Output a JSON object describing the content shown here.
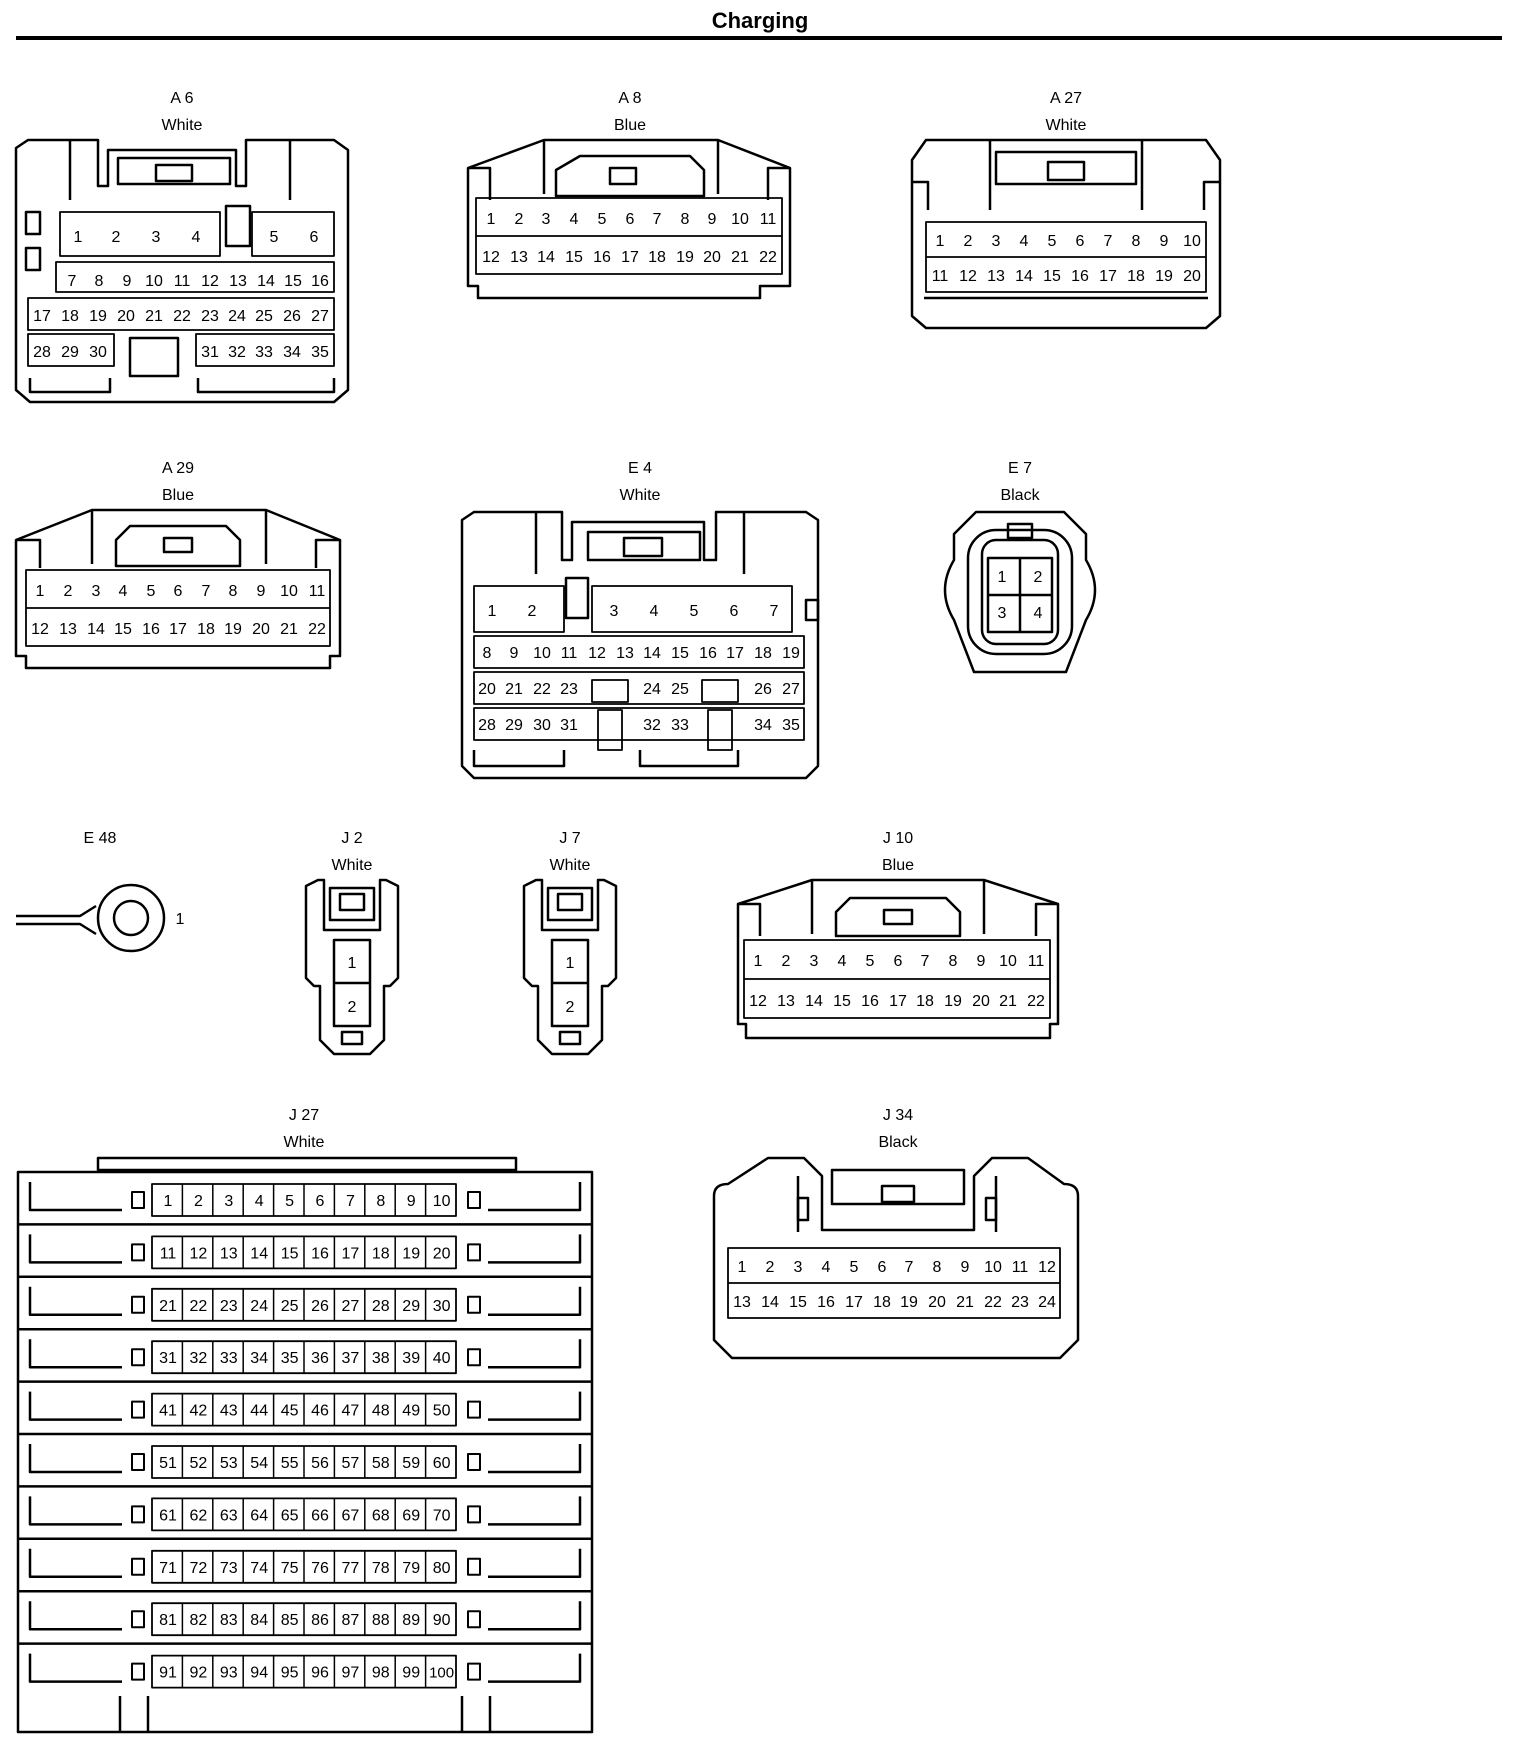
{
  "page": {
    "title": "Charging"
  },
  "connectors": {
    "A6": {
      "code": "A 6",
      "color": "White",
      "pins": 35
    },
    "A8": {
      "code": "A 8",
      "color": "Blue",
      "pins": 22
    },
    "A27": {
      "code": "A 27",
      "color": "White",
      "pins": 20
    },
    "A29": {
      "code": "A 29",
      "color": "Blue",
      "pins": 22
    },
    "E4": {
      "code": "E 4",
      "color": "White",
      "pins": 35
    },
    "E7": {
      "code": "E 7",
      "color": "Black",
      "pins": 4
    },
    "E48": {
      "code": "E 48",
      "pin_label": "1"
    },
    "J2": {
      "code": "J 2",
      "color": "White",
      "pins": 2
    },
    "J7": {
      "code": "J 7",
      "color": "White",
      "pins": 2
    },
    "J10": {
      "code": "J 10",
      "color": "Blue",
      "pins": 22
    },
    "J27": {
      "code": "J 27",
      "color": "White",
      "pins": 100
    },
    "J34": {
      "code": "J 34",
      "color": "Black",
      "pins": 24
    }
  }
}
